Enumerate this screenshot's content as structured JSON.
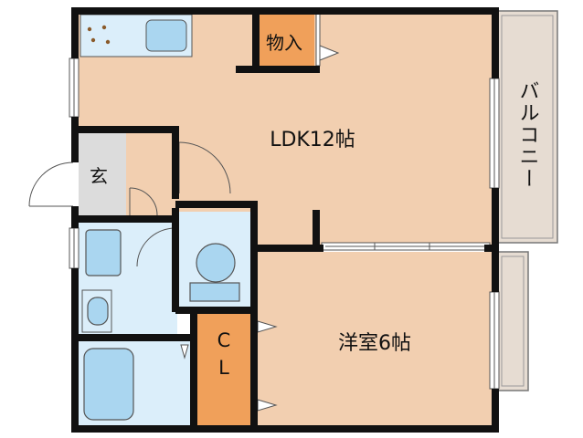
{
  "rooms": {
    "ldk": {
      "label": "LDK12帖"
    },
    "western": {
      "label": "洋室6帖"
    },
    "storage": {
      "label": "物入"
    },
    "entrance": {
      "label": "玄"
    },
    "closet": {
      "label": "CL"
    },
    "balcony": {
      "label": "バルコニー"
    }
  },
  "colors": {
    "wall": "#111111",
    "room_floor": "#f2cfb0",
    "wet_area": "#dbeefa",
    "entrance_floor": "#dcdcdc",
    "storage_orange": "#f0a05a",
    "balcony": "#e6dcd2",
    "fixture_blue": "#aad6f0"
  },
  "icons": [
    "stove-icon",
    "kitchen-sink-icon",
    "washbasin-icon",
    "toilet-icon",
    "washing-machine-pan-icon",
    "bathtub-icon",
    "door-swing-icon",
    "window-icon"
  ]
}
